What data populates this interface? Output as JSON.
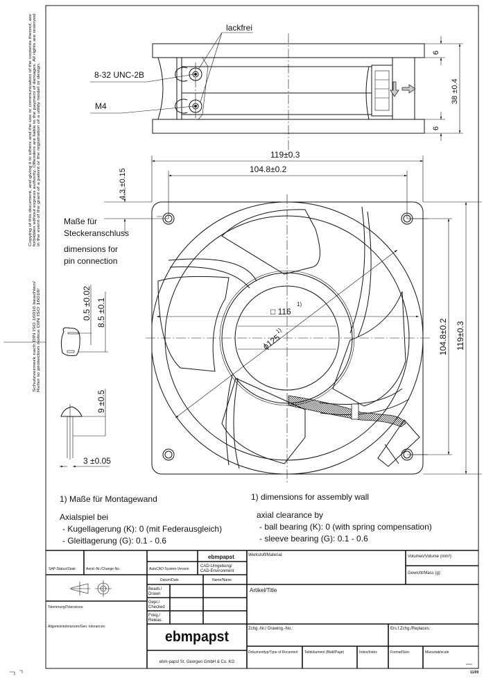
{
  "side_notes": {
    "copyright": [
      "Copying of this document, and giving it to others and the use or communication of the contents thereof, are",
      "forbidden without express authority. Offenders are liable to the payment of damages. All rights are reserved",
      "in the event of the grant of a patent or the registration of a utility model or design."
    ],
    "protection": [
      "Schutzvermerk nach DIN ISO 16016 beachten/",
      "Refer to protection notice DIN ISO 16016!"
    ]
  },
  "top_view": {
    "lackfrei": "lackfrei",
    "thread": "8-32 UNC-2B",
    "m4": "M4",
    "flange_top": "6",
    "flange_bottom": "6",
    "height": "38 ±0.4"
  },
  "front_view": {
    "width": "119±0.3",
    "hole_spacing": "104.8±0.2",
    "hole_offset": "4.3 ±0.15",
    "v_hole_spacing": "104.8±0.2",
    "v_width": "119±0.3",
    "square": "□ 116",
    "square_note": "1)",
    "diameter": "ϕ125",
    "diameter_note": "1)"
  },
  "pin": {
    "label_de": [
      "Maße für",
      "Steckeranschluss"
    ],
    "label_en": [
      "dimensions for",
      "pin connection"
    ],
    "dims": [
      "0.5 ±0.02",
      "8.5 ±0.1",
      "9 ±0.5",
      "3 ±0.05"
    ]
  },
  "notes": {
    "de": [
      "1) Maße für Montagewand",
      "Axialspiel bei",
      "- Kugellagerung (K): 0 (mit Federausgleich)",
      "- Gleitlagerung (G): 0.1 - 0.6"
    ],
    "en": [
      "1) dimensions for assembly wall",
      "axial clearance by",
      "- ball bearing (K): 0 (with spring compensation)",
      "- sleeve bearing (G): 0.1 - 0.6"
    ]
  },
  "title_block": {
    "brand_small": "ebmpapst",
    "sap": "SAP-Status/State",
    "change": "Aend.-Nr./Change-No.",
    "autocad": "AutoCAD-System-Version",
    "cad_env": [
      "CAD-Umgebung/",
      "CAD-Environment"
    ],
    "date": "Datum/Date",
    "name": "Name/Name",
    "drawn": [
      "Bearb./",
      "Drawn"
    ],
    "checked": [
      "Gepr./",
      "Checked"
    ],
    "released": [
      "Freig./",
      "Releas."
    ],
    "tolerances": "Tolerierung/Tolerances:",
    "gen_tol": "Allgemeintoleranzen/Gen. tolerances:",
    "logo": "ebmpapst",
    "company": "ebm-papst St. Georgen GmbH & Co. KG",
    "material": "Werkstoff/Material:",
    "volume": "Volumen/Volume (mm³):",
    "mass": "Gewicht/Mass (g):",
    "title": "Artikel/Title",
    "drawing_no": "Zchg.-Nr./ Drawing.-No.:",
    "replaces": "Ers.f.Zchg./Replaces:",
    "doc_type": "Dokumenttyp/Type of Document",
    "page": "Teildokument (Blatt/Page)",
    "index": "Index/Index",
    "format": "Format/Size:",
    "scale": "Massstab/scale",
    "form_code": "11/09"
  }
}
